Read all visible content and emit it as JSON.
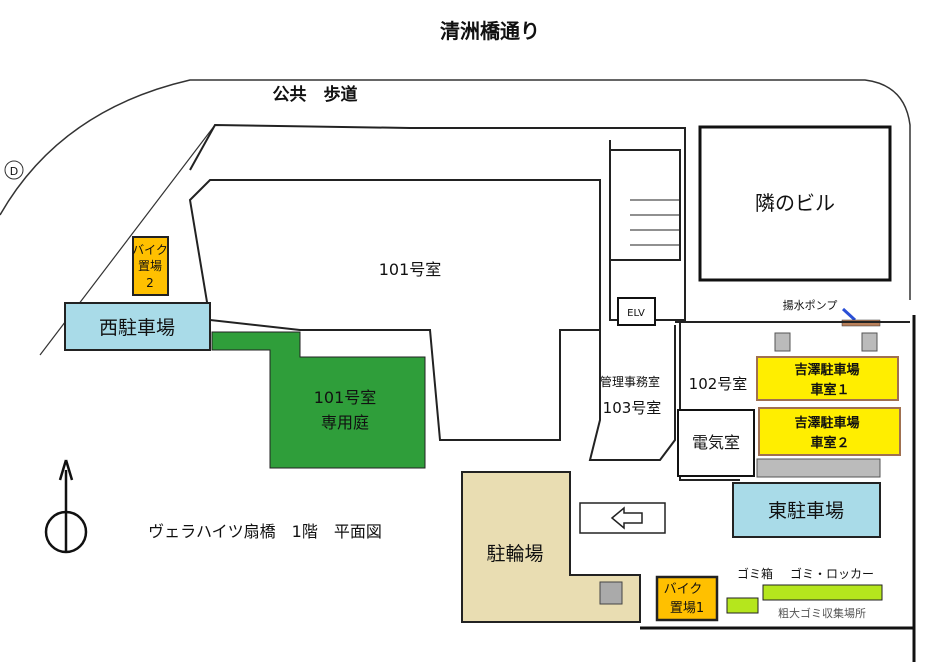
{
  "street": "清洲橋通り",
  "sidewalk": "公共　歩道",
  "marker_d": "D",
  "caption": "ヴェラハイツ扇橋　1階　平面図",
  "rooms": {
    "room101": "101号室",
    "garden_line1": "101号室",
    "garden_line2": "専用庭",
    "room102": "102号室",
    "office": "管理事務室",
    "room103": "103号室",
    "elv": "ELV",
    "electric": "電気室",
    "neighbor": "隣のビル"
  },
  "parking": {
    "west": "西駐車場",
    "east": "東駐車場",
    "yoshizawa1_line1": "吉澤駐車場",
    "yoshizawa1_line2": "車室１",
    "yoshizawa2_line1": "吉澤駐車場",
    "yoshizawa2_line2": "車室２",
    "bicycle": "駐輪場",
    "bike1_line1": "バイク",
    "bike1_line2": "置場1",
    "bike2_line1": "バイク",
    "bike2_line2": "置場",
    "bike2_line3": "2"
  },
  "facilities": {
    "pump": "揚水ポンプ",
    "trash_box": "ゴミ箱",
    "trash_locker": "ゴミ・ロッカー",
    "bulky_trash": "粗大ゴミ収集場所"
  },
  "colors": {
    "garden": "#2f9e3a",
    "parking_blue": "#a9dbe8",
    "yellow": "#ffee00",
    "orange": "#ffc000",
    "tan": "#e9ddb2",
    "lime": "#b5e61d"
  }
}
